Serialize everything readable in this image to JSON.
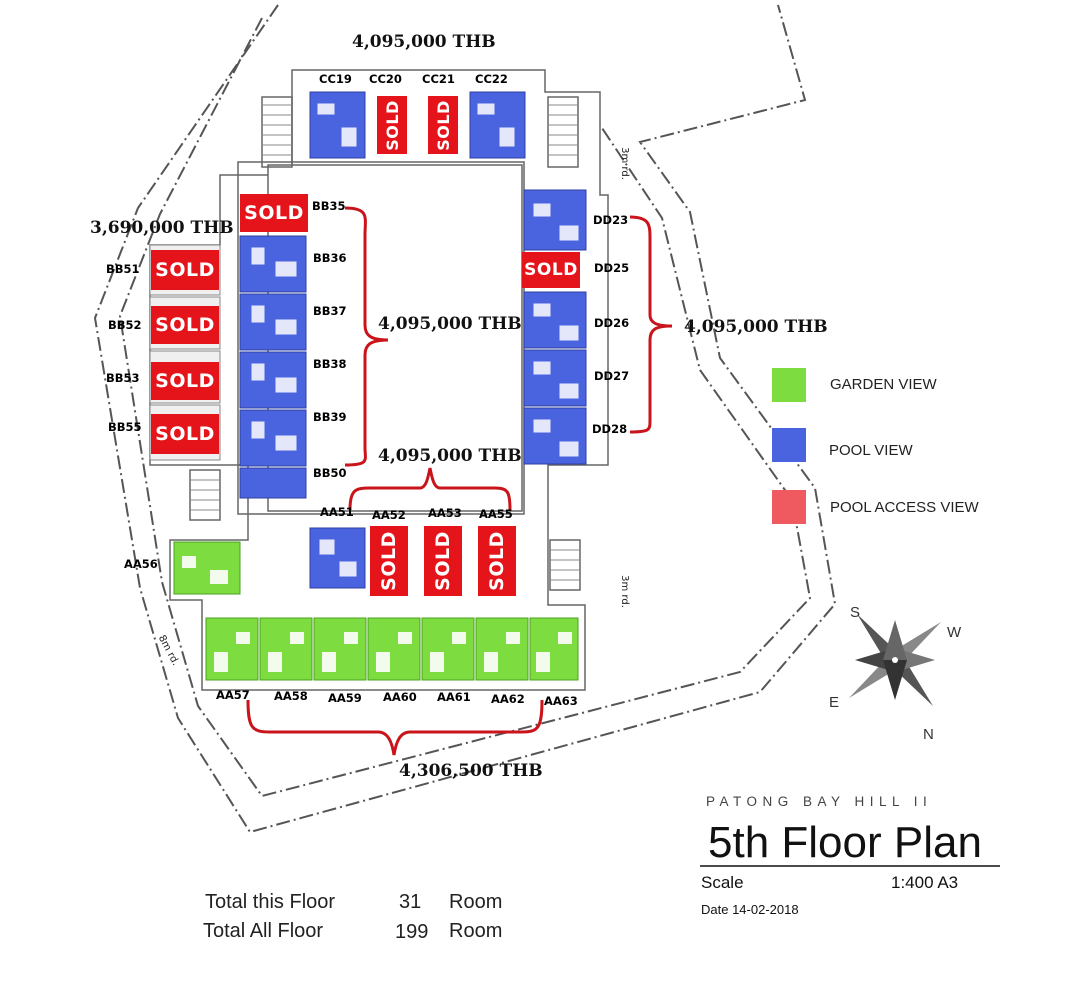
{
  "prices": {
    "top": "4,095,000 THB",
    "left": "3,690,000 THB",
    "bb_column": "4,095,000 THB",
    "dd_column": "4,095,000 THB",
    "aa_upper": "4,095,000 THB",
    "aa_lower": "4,306,500 THB"
  },
  "units": {
    "cc": [
      "CC19",
      "CC20",
      "CC21",
      "CC22"
    ],
    "bb_inner": [
      "BB35",
      "BB36",
      "BB37",
      "BB38",
      "BB39",
      "BB50"
    ],
    "bb_outer": [
      "BB51",
      "BB52",
      "BB53",
      "BB55"
    ],
    "dd": [
      "DD23",
      "DD25",
      "DD26",
      "DD27",
      "DD28"
    ],
    "aa_upper": [
      "AA51",
      "AA52",
      "AA53",
      "AA55"
    ],
    "aa56": "AA56",
    "aa_lower": [
      "AA57",
      "AA58",
      "AA59",
      "AA60",
      "AA61",
      "AA62",
      "AA63"
    ]
  },
  "sold_label": "SOLD",
  "roads": {
    "right_top": "3m rd.",
    "right_bottom": "3m rd.",
    "left": "8m rd."
  },
  "legend": [
    {
      "label": "GARDEN VIEW",
      "color": "#7ddc3f"
    },
    {
      "label": "POOL VIEW",
      "color": "#4a64e0"
    },
    {
      "label": "POOL ACCESS VIEW",
      "color": "#ef5a61"
    }
  ],
  "compass": {
    "s": "S",
    "w": "W",
    "e": "E",
    "n": "N"
  },
  "title_block": {
    "project": "PATONG BAY HILL II",
    "title": "5th Floor Plan",
    "scale_label": "Scale",
    "scale_value": "1:400 A3",
    "date": "Date 14-02-2018"
  },
  "totals": {
    "this_floor_label": "Total this Floor",
    "this_floor_count": "31",
    "all_floor_label": "Total All Floor",
    "all_floor_count": "199",
    "unit": "Room"
  },
  "colors": {
    "sold": "#e5141b",
    "bracket": "#c9141b",
    "pool": "#4a64e0",
    "garden": "#7ddc3f"
  }
}
